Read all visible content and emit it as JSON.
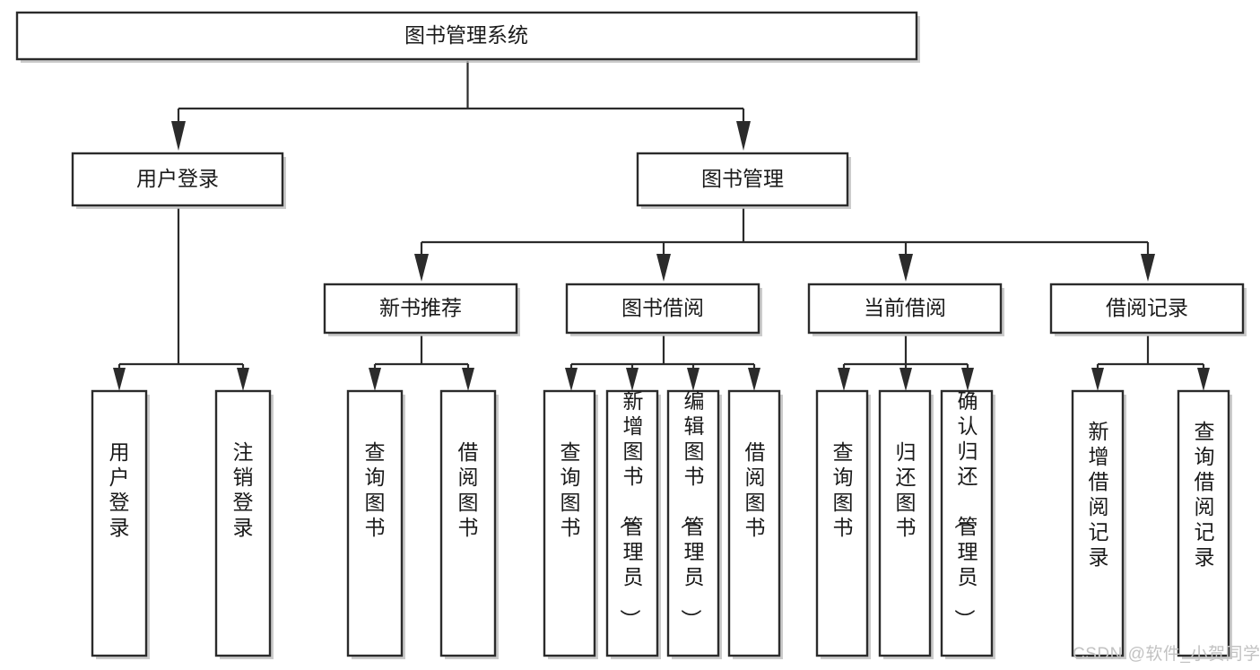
{
  "diagram": {
    "title": "图书管理系统",
    "type": "tree-hierarchy",
    "root": {
      "id": "root",
      "label": "图书管理系统",
      "orientation": "horizontal"
    },
    "level2": [
      {
        "id": "user-login",
        "label": "用户登录",
        "orientation": "horizontal"
      },
      {
        "id": "book-management",
        "label": "图书管理",
        "orientation": "horizontal"
      }
    ],
    "level3": [
      {
        "id": "new-book-recommend",
        "label": "新书推荐",
        "parent": "book-management",
        "orientation": "horizontal"
      },
      {
        "id": "book-borrow",
        "label": "图书借阅",
        "parent": "book-management",
        "orientation": "horizontal"
      },
      {
        "id": "current-borrow",
        "label": "当前借阅",
        "parent": "book-management",
        "orientation": "horizontal"
      },
      {
        "id": "borrow-record",
        "label": "借阅记录",
        "parent": "book-management",
        "orientation": "horizontal"
      }
    ],
    "leaves": [
      {
        "id": "leaf-user-login",
        "label": "用户登录",
        "parent": "user-login",
        "orientation": "vertical"
      },
      {
        "id": "leaf-user-logout",
        "label": "注销登录",
        "parent": "user-login",
        "orientation": "vertical"
      },
      {
        "id": "leaf-query-book-1",
        "label": "查询图书",
        "parent": "new-book-recommend",
        "orientation": "vertical"
      },
      {
        "id": "leaf-borrow-book-1",
        "label": "借阅图书",
        "parent": "new-book-recommend",
        "orientation": "vertical"
      },
      {
        "id": "leaf-query-book-2",
        "label": "查询图书",
        "parent": "book-borrow",
        "orientation": "vertical"
      },
      {
        "id": "leaf-add-book",
        "label": "新增图书（管理员）",
        "parent": "book-borrow",
        "orientation": "vertical"
      },
      {
        "id": "leaf-edit-book",
        "label": "编辑图书（管理员）",
        "parent": "book-borrow",
        "orientation": "vertical"
      },
      {
        "id": "leaf-borrow-book-2",
        "label": "借阅图书",
        "parent": "book-borrow",
        "orientation": "vertical"
      },
      {
        "id": "leaf-query-book-3",
        "label": "查询图书",
        "parent": "current-borrow",
        "orientation": "vertical"
      },
      {
        "id": "leaf-return-book",
        "label": "归还图书",
        "parent": "current-borrow",
        "orientation": "vertical"
      },
      {
        "id": "leaf-confirm-return",
        "label": "确认归还（管理员）",
        "parent": "current-borrow",
        "orientation": "vertical"
      },
      {
        "id": "leaf-add-record",
        "label": "新增借阅记录",
        "parent": "borrow-record",
        "orientation": "vertical"
      },
      {
        "id": "leaf-query-record",
        "label": "查询借阅记录",
        "parent": "borrow-record",
        "orientation": "vertical"
      }
    ],
    "colors": {
      "background": "#ffffff",
      "box_fill": "#ffffff",
      "box_stroke": "#2b2b2b",
      "connector": "#2b2b2b",
      "label": "#1a1a1a",
      "watermark": "#c2c2c2"
    }
  },
  "watermark": {
    "text": "CSDN @软件_小贺同学"
  }
}
